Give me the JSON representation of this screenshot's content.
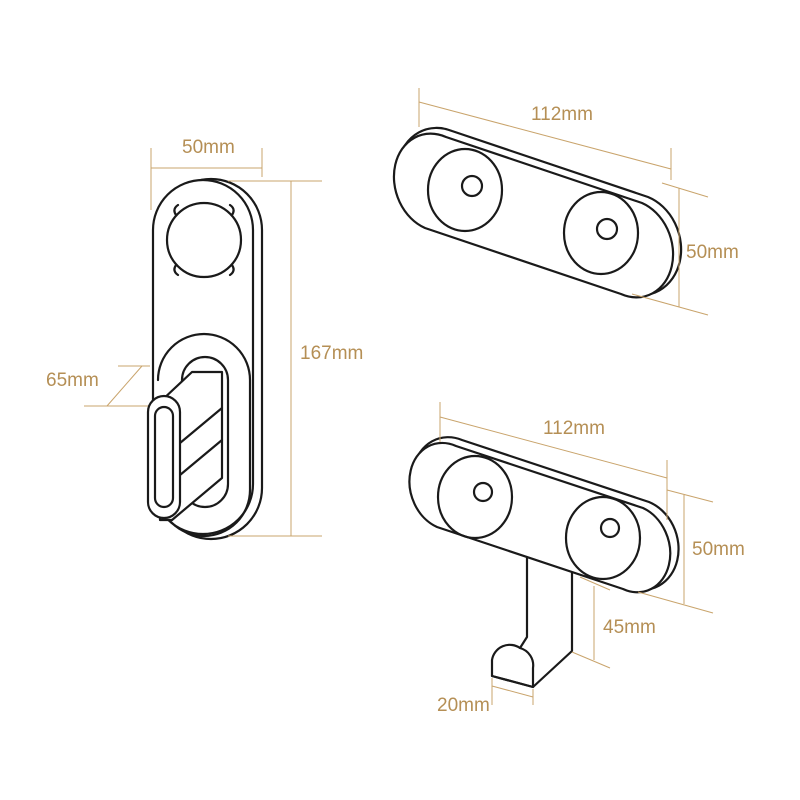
{
  "diagram": {
    "type": "technical dimension drawing",
    "colors": {
      "outline": "#1a1a1a",
      "dimension_line": "#c9a46c",
      "dimension_text": "#b58f55",
      "background": "#ffffff"
    },
    "views": [
      {
        "id": "single-hook",
        "description": "Vertical single-mount hook, front view",
        "dimensions": {
          "width": "50mm",
          "height": "167mm",
          "depth": "65mm"
        }
      },
      {
        "id": "double-mount-plate",
        "description": "Double-mount base plate, isometric view",
        "dimensions": {
          "length": "112mm",
          "height": "50mm"
        }
      },
      {
        "id": "double-hook",
        "description": "Double-mount hook, isometric view",
        "dimensions": {
          "length": "112mm",
          "height": "50mm",
          "hook_drop": "45mm",
          "hook_width": "20mm"
        }
      }
    ]
  }
}
